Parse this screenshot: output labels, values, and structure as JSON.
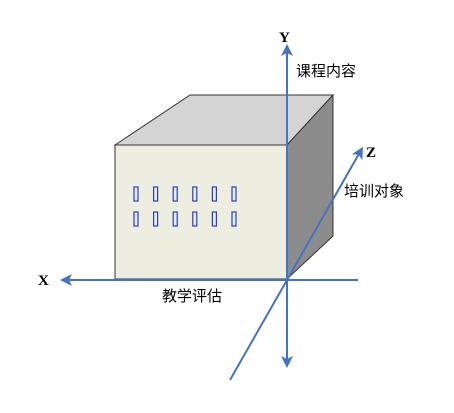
{
  "axes": {
    "x": {
      "letter": "X",
      "label": "教学评估"
    },
    "y": {
      "letter": "Y",
      "label": "课程内容"
    },
    "z": {
      "letter": "Z",
      "label": "培训对象"
    }
  },
  "colors": {
    "axis": "#4472C4",
    "cube_front": "#EEEEE0",
    "cube_top": "#D4D4D4",
    "cube_side": "#8C8C8C",
    "cube_edge": "#333333",
    "window_stroke": "#1F3FD6"
  },
  "cube": {
    "window_rows": 2,
    "window_columns": 6
  }
}
